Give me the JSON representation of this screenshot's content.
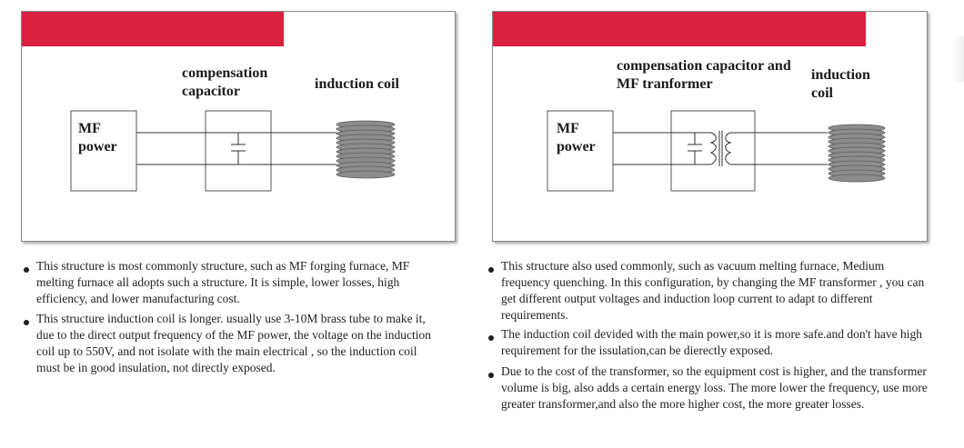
{
  "colors": {
    "banner": "#d9203f",
    "line": "#333333",
    "coil": "#8c8c8c",
    "coil_ring": "#5f5f5f"
  },
  "left": {
    "labels": {
      "power": "MF power",
      "capacitor": "compensation capacitor",
      "coil": "induction coil"
    },
    "bullets": [
      "This structure is most commonly structure, such as MF forging furnace, MF melting furnace all adopts such a structure. It is simple, lower losses, high efficiency, and lower manufacturing cost.",
      "This structure induction coil is longer. usually use 3-10M brass tube to make it, due to the direct output frequency of the MF power, the voltage on the induction coil up to 550V, and not isolate with the main electrical , so the induction coil must be in good insulation, not directly exposed."
    ]
  },
  "right": {
    "labels": {
      "power": "MF power",
      "capacitor_transformer": "compensation capacitor and MF tranformer",
      "coil": "induction coil"
    },
    "bullets": [
      "This structure also used commonly, such as vacuum melting furnace, Medium frequency quenching. In this configuration, by changing the MF transformer , you can get different output voltages and induction loop current to adapt to different requirements.",
      "The induction coil devided with the main power,so it is more safe.and don't have high requirement for the issulation,can be dierectly exposed.",
      "Due to the cost of the transformer, so the equipment cost is higher, and the transformer volume is big, also adds a certain energy loss. The more lower the frequency, use more greater transformer,and also the more higher cost, the more greater losses."
    ]
  }
}
